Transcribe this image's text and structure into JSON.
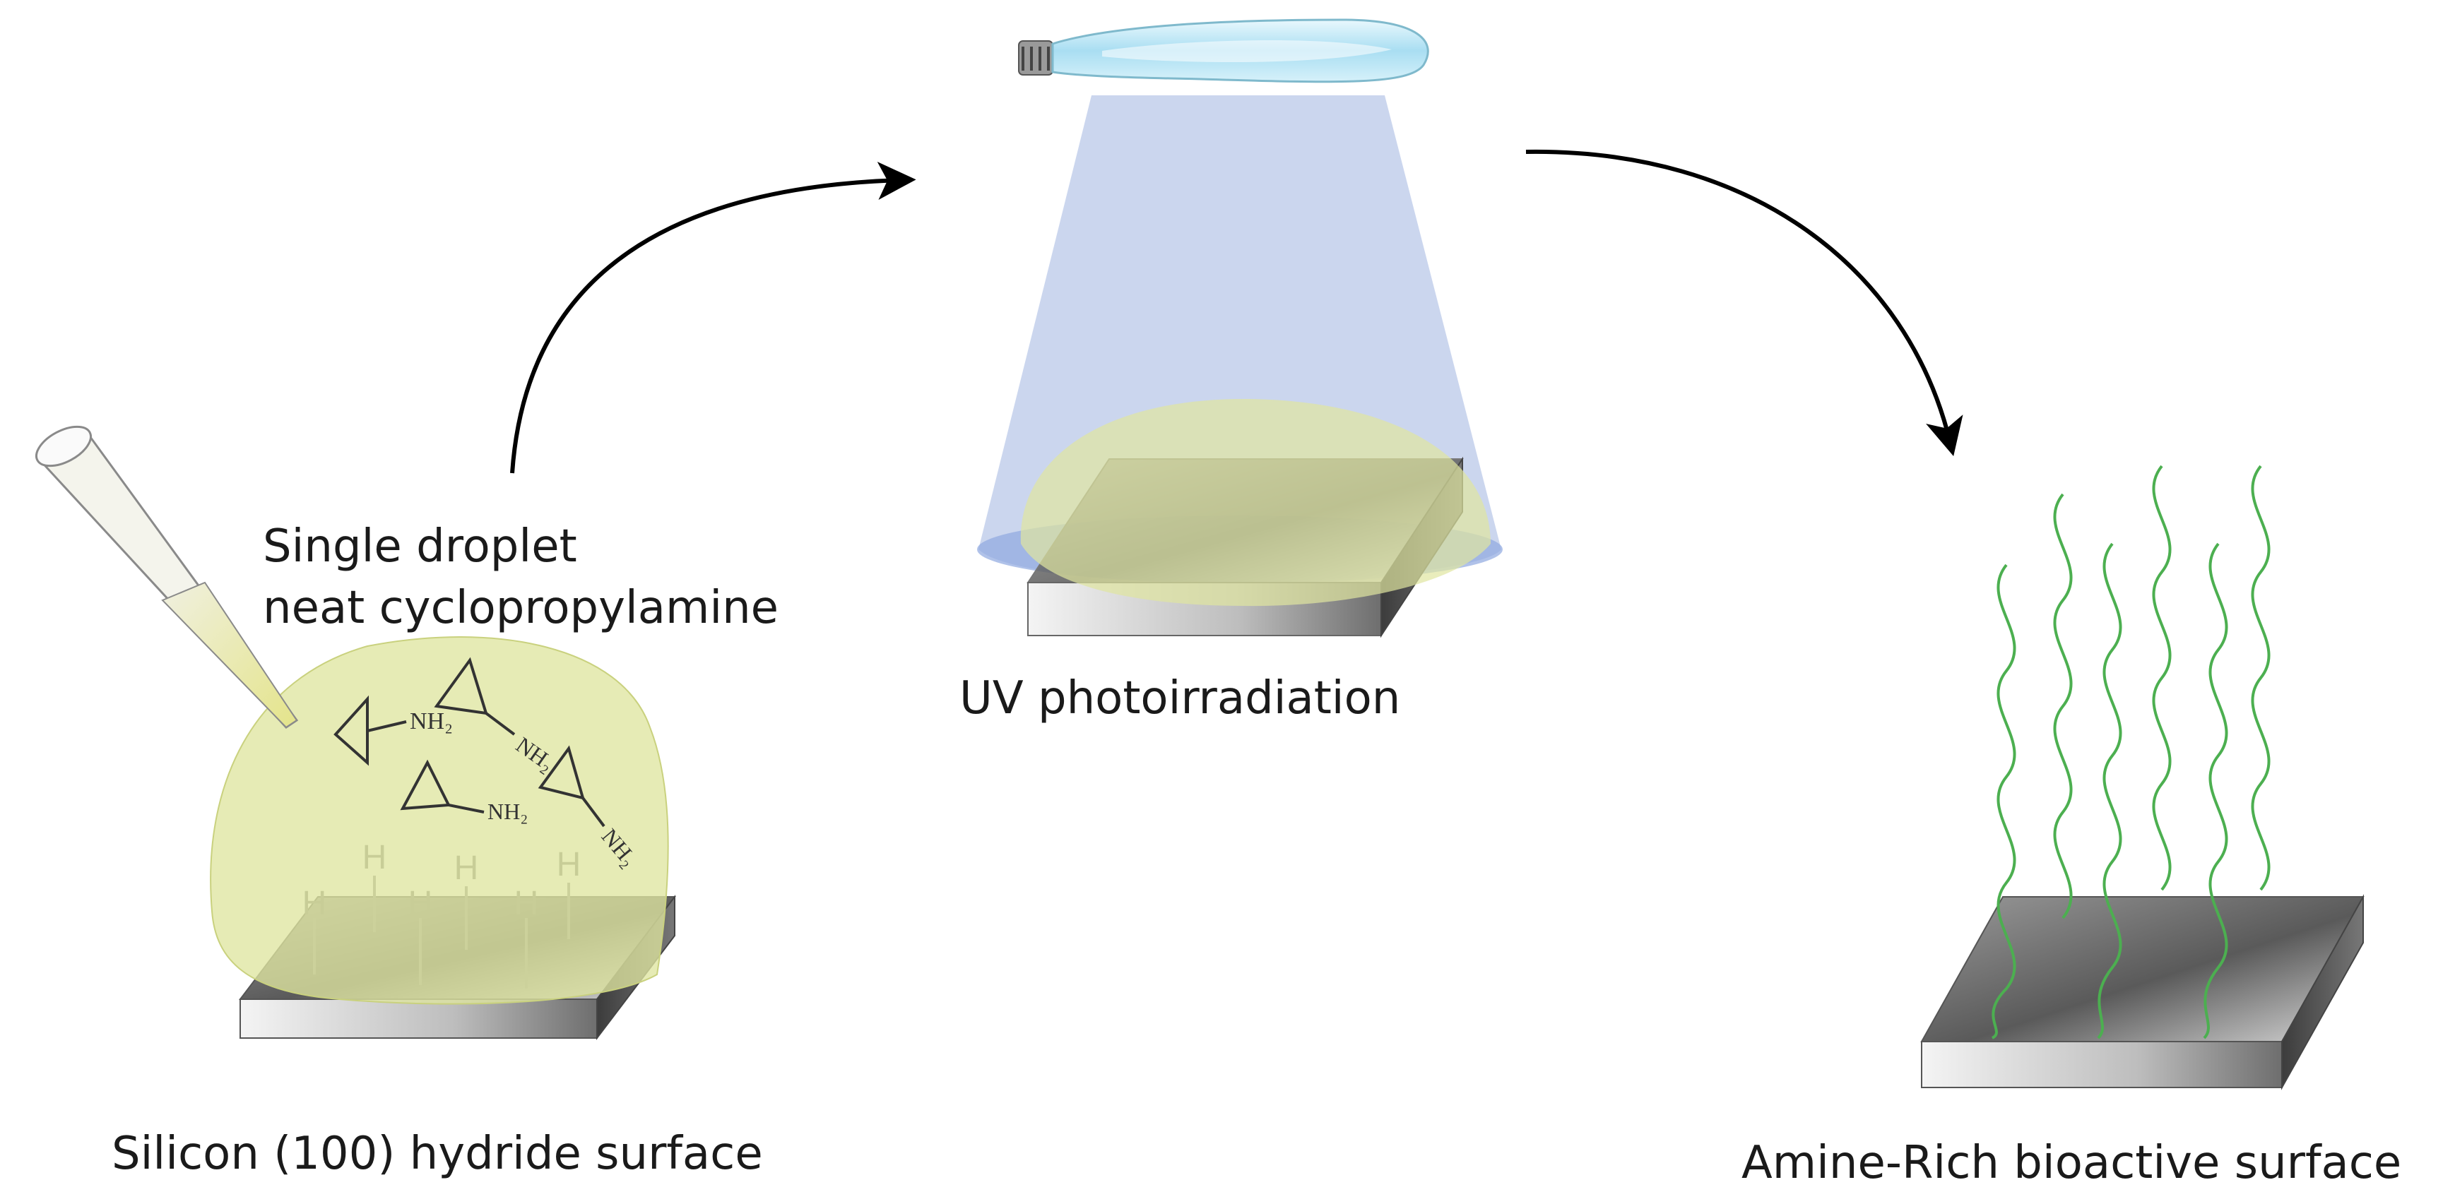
{
  "labels": {
    "droplet_line1": "Single droplet",
    "droplet_line2": "neat cyclopropylamine",
    "uv": "UV photoirradiation",
    "silicon": "Silicon (100) hydride surface",
    "amine": "Amine-Rich bioactive surface"
  },
  "molecule_label": "NH₂",
  "hydride_label": "H",
  "colors": {
    "droplet": "#dfe6a0",
    "uv_beam": "#b9c8e8",
    "bulb": "#c7ecf7",
    "chain": "#4caf50",
    "arrow": "#000000"
  }
}
